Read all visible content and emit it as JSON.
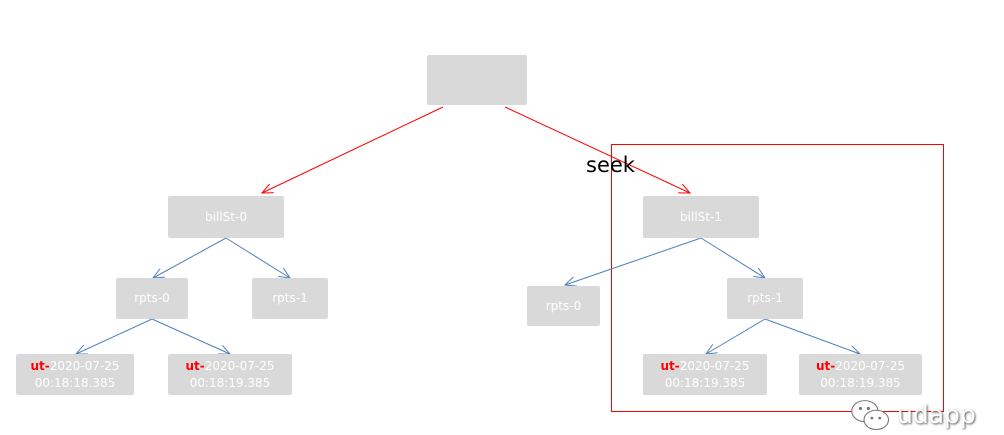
{
  "root": {
    "label": ""
  },
  "annotation": "seek",
  "level1": [
    "billSt-0",
    "billSt-1"
  ],
  "level2_left": [
    "rpts-0",
    "rpts-1"
  ],
  "level2_right": [
    "rpts-0",
    "rpts-1"
  ],
  "leaves": [
    {
      "prefix": "ut-",
      "date": "2020-07-25",
      "time": "00:18:18.385"
    },
    {
      "prefix": "ut-",
      "date": "2020-07-25",
      "time": "00:18:19.385"
    },
    {
      "prefix": "ut-",
      "date": "2020-07-25",
      "time": "00:18:19.385"
    },
    {
      "prefix": "ut-",
      "date": "2020-07-25",
      "time": "00:18:19.385"
    }
  ],
  "watermark": "udapp",
  "colors": {
    "node": "#d9d9d9",
    "red": "#ff0000",
    "blue": "#4f81bd"
  }
}
